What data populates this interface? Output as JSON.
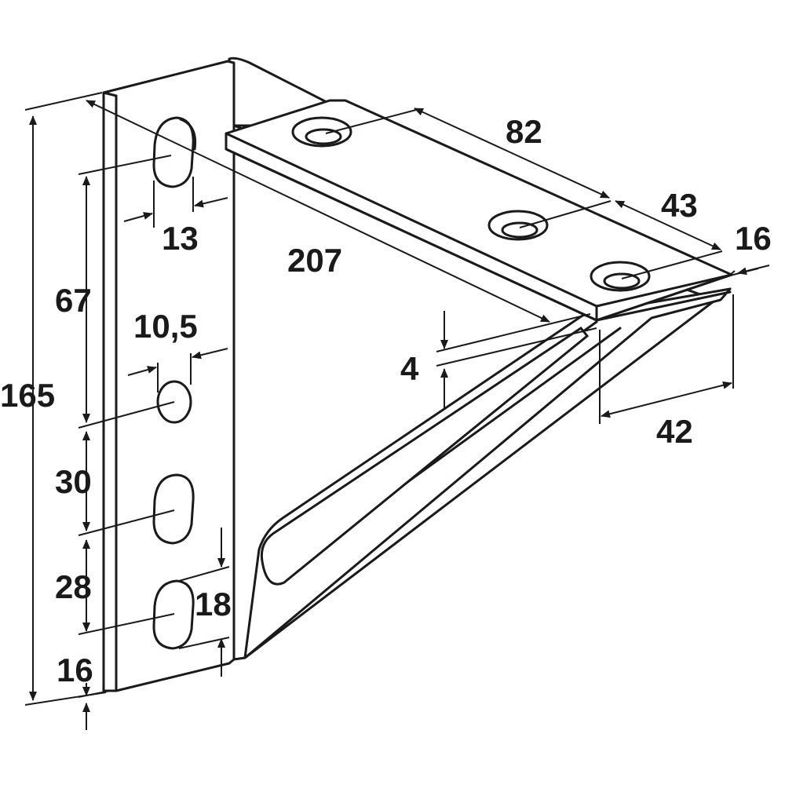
{
  "figure": {
    "subject": "bracket-line-drawing",
    "colors": {
      "line": "#1a1a1a",
      "background": "#ffffff"
    },
    "dimensions": {
      "total_height": "165",
      "hole_spacing_upper": "67",
      "hole_spacing_middle": "30",
      "hole_spacing_lower": "28",
      "bottom_offset": "16",
      "slot_width": "13",
      "round_hole_diameter": "10,5",
      "slot_height": "18",
      "diagonal_length": "207",
      "arm_hole_spacing": "82",
      "arm_hole_to_edge": "43",
      "arm_edge_offset": "16",
      "thickness": "4",
      "arm_width": "42"
    }
  }
}
